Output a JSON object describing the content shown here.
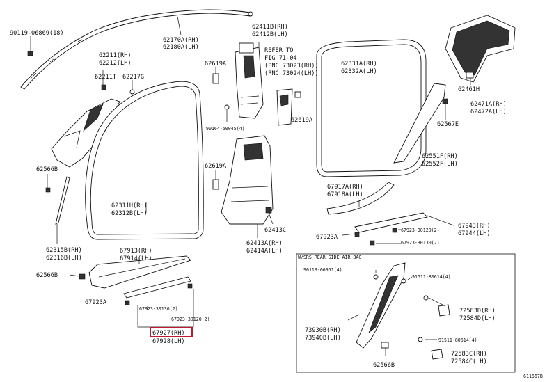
{
  "labels": {
    "l_90119_06869": "90119-06869(18)",
    "l_62170a": "62170A(RH)",
    "l_62180a": "62180A(LH)",
    "l_62211": "62211(RH)",
    "l_62212": "62212(LH)",
    "l_62211t": "62211T",
    "l_62217g": "62217G",
    "l_62566b_1": "62566B",
    "l_62315b": "62315B(RH)",
    "l_62316b": "62316B(LH)",
    "l_62566b_2": "62566B",
    "l_62311h": "62311H(RH)",
    "l_62312b": "62312B(LH)",
    "l_62411b": "62411B(RH)",
    "l_62412b": "62412B(LH)",
    "l_refer1": "REFER TO",
    "l_refer2": "FIG 71-04",
    "l_refer3": "(PNC 73023(RH))",
    "l_refer4": "(PNC 73024(LH))",
    "l_62619a_1": "62619A",
    "l_90164": "90164-50045(4)",
    "l_62619a_2": "62619A",
    "l_62619a_3": "62619A",
    "l_62413c": "62413C",
    "l_62413a": "62413A(RH)",
    "l_62414a": "62414A(LH)",
    "l_67913": "67913(RH)",
    "l_67914": "67914(LH)",
    "l_67923a_1": "67923A",
    "l_67923_30130_1": "67923-30130(2)",
    "l_67923_30120_1": "67923-30120(2)",
    "l_67927": "67927(RH)",
    "l_67928": "67928(LH)",
    "l_62331a": "62331A(RH)",
    "l_62332a": "62332A(LH)",
    "l_62461h": "62461H",
    "l_62471a": "62471A(RH)",
    "l_62472a": "62472A(LH)",
    "l_62567e": "62567E",
    "l_62551f": "62551F(RH)",
    "l_62552f": "62552F(LH)",
    "l_67917a": "67917A(RH)",
    "l_67918a": "67918A(LH)",
    "l_67923a_2": "67923A",
    "l_67923_30120_2": "67923-30120(2)",
    "l_67923_30130_2": "67923-30130(2)",
    "l_67943": "67943(RH)",
    "l_67944": "67944(LH)",
    "l_inset_title": "W/SRS REAR SIDE AIR BAG",
    "l_90119_06951": "90119-06951(4)",
    "l_91511_80614_1": "91511-80614(4)",
    "l_72583d": "72583D(RH)",
    "l_72584d": "72584D(LH)",
    "l_73930b": "73930B(RH)",
    "l_73940b": "73940B(LH)",
    "l_91511_80614_2": "91511-80614(4)",
    "l_72583c": "72583C(RH)",
    "l_72584c": "72584C(LH)",
    "l_62566b_3": "62566B",
    "l_ref_code": "611667B"
  }
}
